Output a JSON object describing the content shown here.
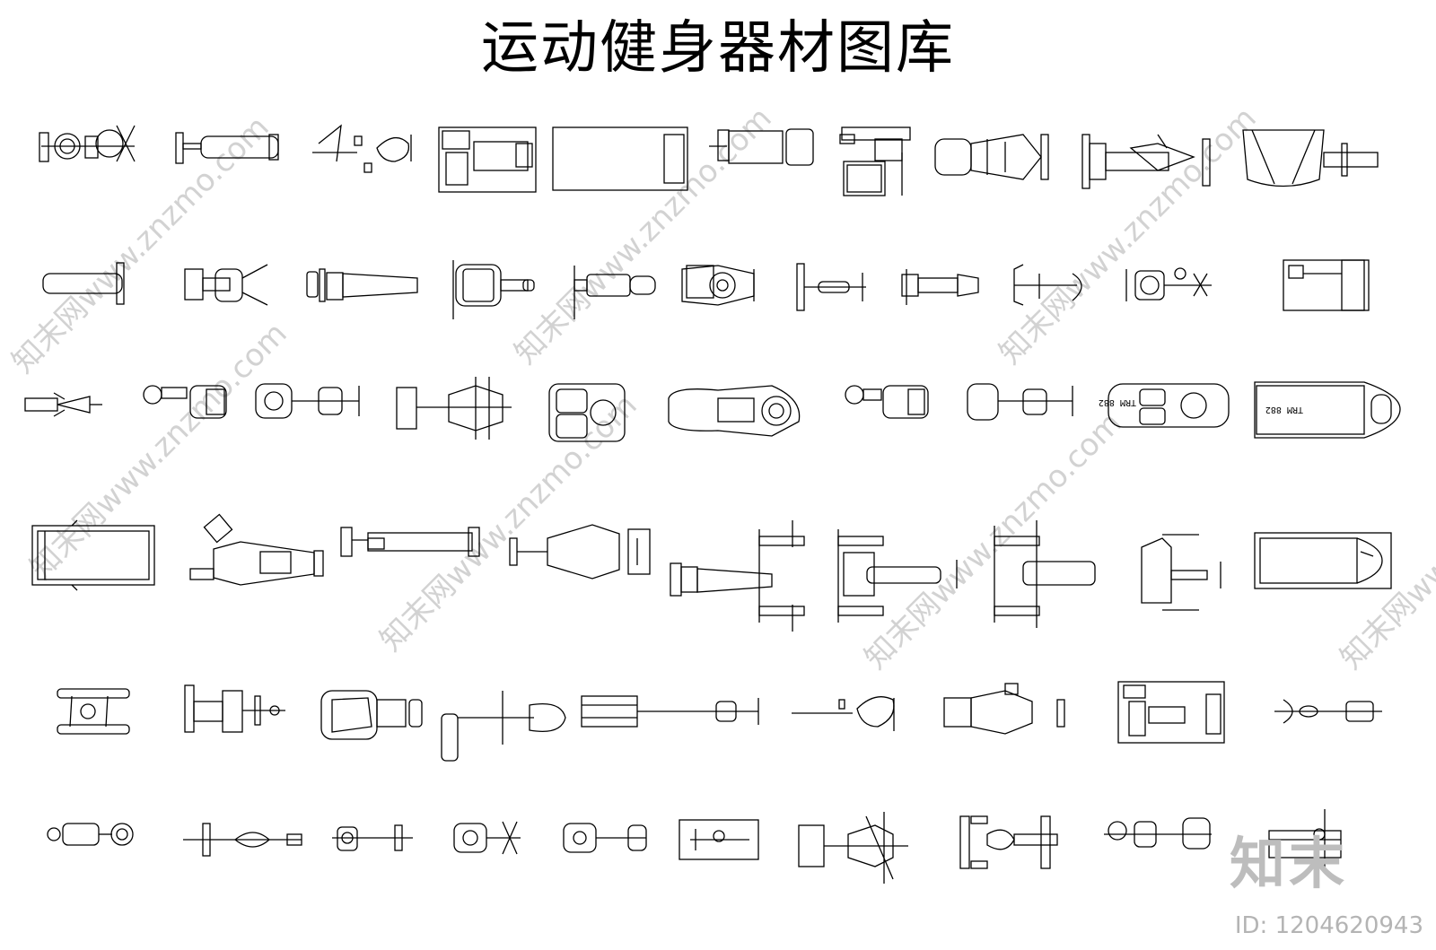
{
  "title": "运动健身器材图库",
  "watermark": {
    "text": "知末网www.znzmo.com"
  },
  "brand": "知末",
  "image_id": "ID: 1204620943",
  "treadmill_labels": [
    "TRM 882",
    "TRM 882"
  ],
  "colors": {
    "line": "#000000",
    "watermark": "#d2d2d2",
    "background": "#ffffff"
  },
  "rows": [
    [
      "rotary-torso",
      "flat-bench",
      "upright-bike",
      "multi-station",
      "treadmill-deck",
      "seat-back-pad",
      "chest-press",
      "rowing-machine",
      "leg-press",
      "hack-squat"
    ],
    [
      "long-bench",
      "adjustable-bench",
      "decline-bench",
      "lat-pulldown",
      "incline-bench",
      "cable-crossover",
      "preacher-bench",
      "utility-bench",
      "stepper",
      "abdominal-machine",
      "leg-extension"
    ],
    [
      "pec-fly",
      "recumbent-bike-a",
      "recumbent-bike-b",
      "arm-curl",
      "elliptical-a",
      "elliptical-b",
      "recumbent-bike-c",
      "cross-trainer",
      "treadmill-a"
    ],
    [
      "treadmill-b",
      "sled-press",
      "dip-station",
      "smith-machine",
      "olympic-decline",
      "olympic-flat",
      "olympic-incline",
      "shoulder-rack",
      "treadmill-c"
    ],
    [
      "glute-machine",
      "seated-row",
      "abductor",
      "press-station",
      "barbell-rack",
      "spin-bike",
      "cable-tower",
      "functional-trainer",
      "stationary-bike"
    ],
    [
      "upright-bike-b",
      "barbell",
      "cycle-a",
      "cycle-b",
      "cycle-c",
      "mat-platform",
      "pec-deck",
      "vertical-climber",
      "recumbent-bike-d",
      "power-rack"
    ]
  ]
}
